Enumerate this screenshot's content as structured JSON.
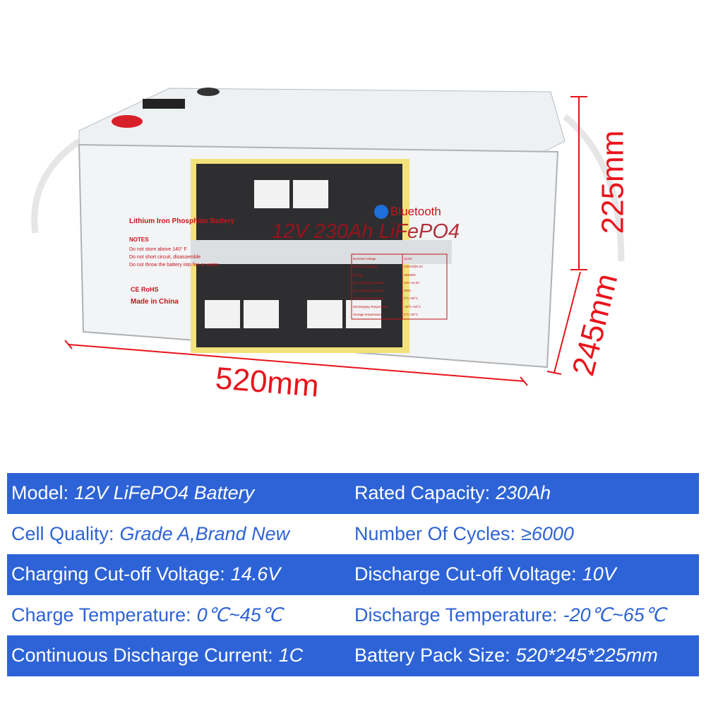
{
  "product_label": {
    "title": "Lithium Iron Phosphate Battery",
    "notes_heading": "NOTES",
    "notes": [
      "Do not store above 140° F",
      "Do not short circuit, disassemble",
      "Do not throw the battery into fire or water"
    ],
    "certs": "CE  RoHS",
    "made_in": "Made in China",
    "bluetooth": "Bluetooth",
    "headline": "12V 230Ah LiFePO4",
    "spec_table": [
      [
        "Nominal Voltage",
        "12.8V"
      ],
      [
        "Nominal Capacity",
        "230Ah@0.2C"
      ],
      [
        "Energy",
        "2944Wh"
      ],
      [
        "Max Charging Voltage",
        "14V~14.6V"
      ],
      [
        "Max Charging Current",
        "200A"
      ],
      [
        "Charging Temperature",
        "0°C~60°C"
      ],
      [
        "Discharging Temperature",
        "-20°C~60°C"
      ],
      [
        "Storage temperature",
        "0°C~35°C"
      ]
    ]
  },
  "dimensions": {
    "length": "520mm",
    "width": "245mm",
    "height": "225mm"
  },
  "colors": {
    "spec_blue": "#2d63d6",
    "dimension_red": "#e8141b"
  },
  "specs": [
    {
      "left_label": "Model:",
      "left_value": "12V LiFePO4 Battery",
      "right_label": "Rated Capacity:",
      "right_value": "230Ah"
    },
    {
      "left_label": "Cell Quality:",
      "left_value": "Grade A,Brand New",
      "right_label": "Number Of Cycles:",
      "right_value": "≥6000"
    },
    {
      "left_label": "Charging Cut-off Voltage:",
      "left_value": "14.6V",
      "right_label": "Discharge Cut-off Voltage:",
      "right_value": "10V"
    },
    {
      "left_label": "Charge Temperature:",
      "left_value": "0℃~45℃",
      "right_label": "Discharge Temperature:",
      "right_value": "-20℃~65℃"
    },
    {
      "left_label": "Continuous Discharge Current:",
      "left_value": "1C",
      "right_label": "Battery Pack Size:",
      "right_value": "520*245*225mm"
    }
  ]
}
